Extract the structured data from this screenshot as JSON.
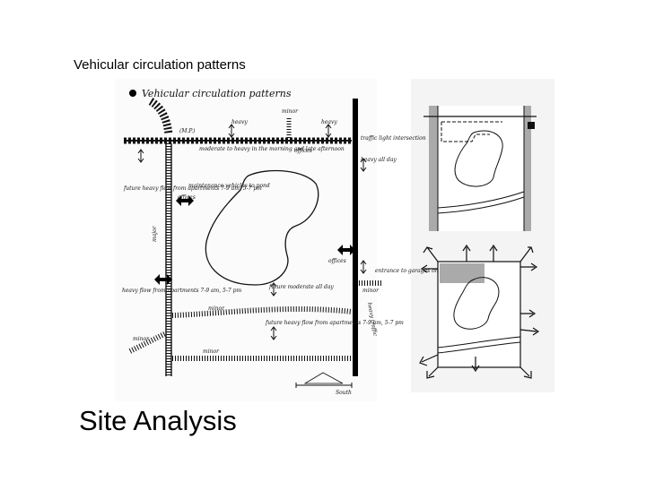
{
  "slide": {
    "caption": "Vehicular circulation patterns",
    "title": "Site Analysis"
  },
  "sketch": {
    "heading": "Vehicular circulation patterns",
    "labels": {
      "heavy": "heavy",
      "major_top": "(M.P.)",
      "minor_top": "minor",
      "heavy_top_right": "heavy",
      "moderate_top": "moderate to heavy in the morning and late afternoon",
      "traffic_light": "traffic light intersection",
      "heavy_all_day": "heavy all day",
      "offices_1": "offices",
      "offices_2": "offices",
      "offices_3": "offices",
      "maintenance": "maintenance vehicles to pond",
      "future_heavy_1": "future heavy flow from apartments 7-9 am, 5-7 pm",
      "heavy_left": "heavy flow from apartments 7-9 am, 5-7 pm",
      "major_left": "major",
      "moderate_right": "future moderate all day",
      "future_heavy_2": "future heavy flow from apartments 7-9 am, 5-7 pm",
      "minor_mid": "minor",
      "minor_bottom": "minor",
      "minor_left": "minor",
      "minor_right": "minor",
      "entrance": "entrance to garages only",
      "heavy_bottom_right": "heavy traffic",
      "scale_label": "South"
    }
  }
}
